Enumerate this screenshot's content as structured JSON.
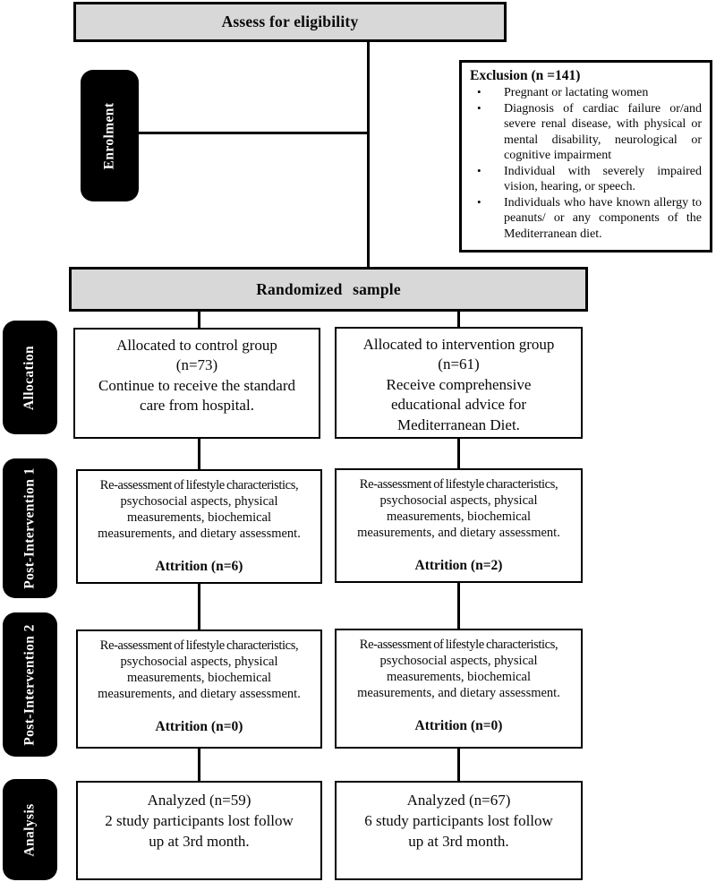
{
  "diagram": {
    "eligibility": {
      "title": "Assess for eligibility"
    },
    "randomized": {
      "title": "Randomized sample"
    },
    "stage_labels": {
      "enrolment": "Enrolment",
      "allocation": "Allocation",
      "post1": "Post-Intervention 1",
      "post2": "Post-Intervention 2",
      "analysis": "Analysis"
    },
    "exclusion": {
      "title": "Exclusion (n =141)",
      "bullet": "•",
      "items": [
        "Pregnant or lactating women",
        "Diagnosis of cardiac failure or/and severe renal disease, with physical or mental disability, neurological or cognitive impairment",
        "Individual with severely impaired vision, hearing, or speech.",
        "Individuals who have known allergy to peanuts/ or any components of the Mediterranean diet."
      ]
    },
    "allocation": {
      "control": {
        "lines": [
          "Allocated to control group",
          "(n=73)",
          "Continue to receive the standard",
          "care from hospital."
        ]
      },
      "intervention": {
        "lines": [
          "Allocated to intervention group",
          "(n=61)",
          "Receive comprehensive",
          "educational advice for",
          "Mediterranean Diet."
        ]
      }
    },
    "post1": {
      "control": {
        "lines": [
          "Re-assessment of lifestyle characteristics,",
          "psychosocial aspects, physical",
          "measurements, biochemical",
          "measurements, and dietary assessment."
        ],
        "attrition": "Attrition (n=6)"
      },
      "intervention": {
        "lines": [
          "Re-assessment of lifestyle characteristics,",
          "psychosocial aspects, physical",
          "measurements, biochemical",
          "measurements, and dietary assessment."
        ],
        "attrition": "Attrition (n=2)"
      }
    },
    "post2": {
      "control": {
        "lines": [
          "Re-assessment of lifestyle characteristics,",
          "psychosocial aspects, physical",
          "measurements, biochemical",
          "measurements, and dietary assessment."
        ],
        "attrition": "Attrition (n=0)"
      },
      "intervention": {
        "lines": [
          "Re-assessment of lifestyle characteristics,",
          "psychosocial aspects, physical",
          "measurements, biochemical",
          "measurements, and dietary assessment."
        ],
        "attrition": "Attrition (n=0)"
      }
    },
    "analysis": {
      "control": {
        "lines": [
          "Analyzed (n=59)",
          "2 study participants lost follow",
          "up at 3rd month."
        ]
      },
      "intervention": {
        "lines": [
          "Analyzed (n=67)",
          "6 study participants lost follow",
          "up at 3rd month."
        ]
      }
    },
    "colors": {
      "box_gray": "#d8d8d8",
      "label_black": "#000000"
    }
  }
}
